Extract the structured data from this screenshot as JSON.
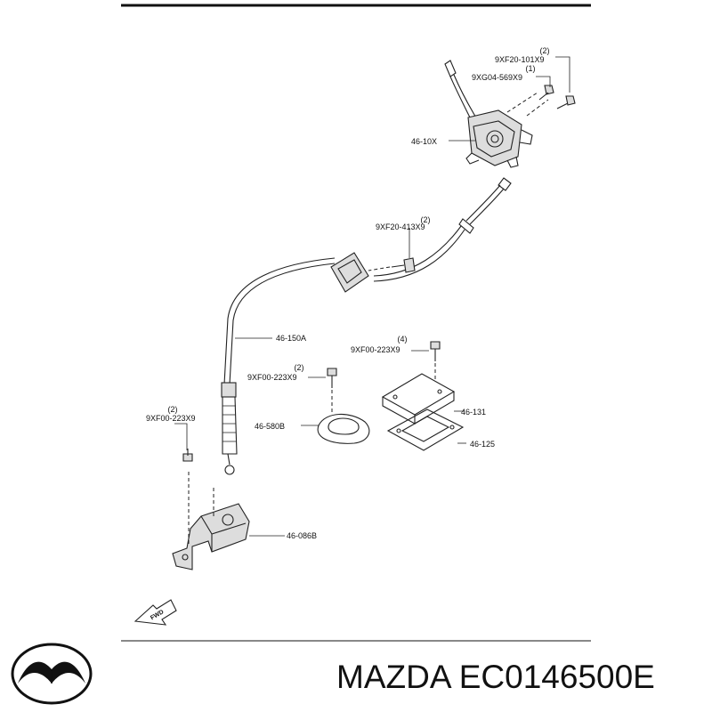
{
  "diagram": {
    "callouts": [
      {
        "part": "9XF20-101X9",
        "qty": "(2)"
      },
      {
        "part": "9XG04-569X9",
        "qty": "(1)"
      },
      {
        "part": "46-10X",
        "qty": ""
      },
      {
        "part": "9XF20-413X9",
        "qty": "(2)"
      },
      {
        "part": "46-150A",
        "qty": ""
      },
      {
        "part": "9XF00-223X9",
        "qty": "(4)"
      },
      {
        "part": "9XF00-223X9",
        "qty": "(2)"
      },
      {
        "part": "46-131",
        "qty": ""
      },
      {
        "part": "9XF00-223X9",
        "qty": "(2)"
      },
      {
        "part": "46-580B",
        "qty": ""
      },
      {
        "part": "46-125",
        "qty": ""
      },
      {
        "part": "46-086B",
        "qty": ""
      }
    ],
    "direction_arrow": "FWD"
  },
  "footer": {
    "brand_logo": "mazda-logo",
    "caption": "MAZDA EC0146500E"
  }
}
